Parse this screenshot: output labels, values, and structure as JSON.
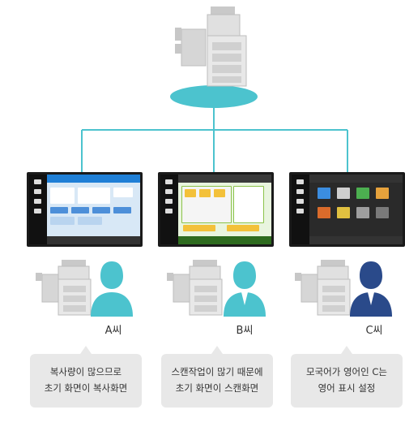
{
  "scenario": {
    "accent_color": "#4cc3ce",
    "users": [
      {
        "name": "A씨",
        "description_line1": "복사량이 많으므로",
        "description_line2": "초기 화면이 복사화면",
        "screen_theme": "copy-blue"
      },
      {
        "name": "B씨",
        "description_line1": "스캔작업이 많기 때문에",
        "description_line2": "초기 화면이 스캔화면",
        "screen_theme": "scan-green"
      },
      {
        "name": "C씨",
        "description_line1": "모국어가 영어인 C는",
        "description_line2": "영어 표시 설정",
        "screen_theme": "menu-dark"
      }
    ]
  }
}
